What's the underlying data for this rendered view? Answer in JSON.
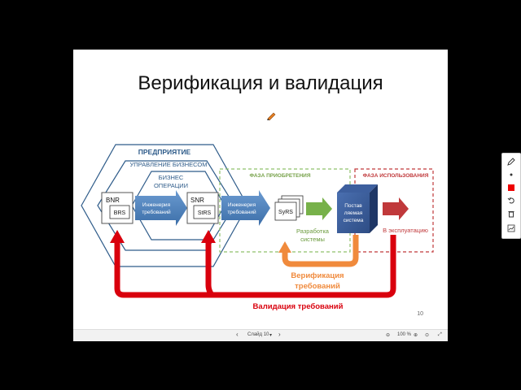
{
  "slide": {
    "title": "Верификация и валидация",
    "number": "10"
  },
  "diagram": {
    "enterprise": "ПРЕДПРИЯТИЕ",
    "business_mgmt": "УПРАВЛЕНИЕ БИЗНЕСОМ",
    "business_ops_1": "БИЗНЕС",
    "business_ops_2": "ОПЕРАЦИИ",
    "bnr": "BNR",
    "brs": "BRS",
    "snr": "SNR",
    "strs": "StRS",
    "syrs": "SyRS",
    "req_eng_1_line1": "Инженерия",
    "req_eng_1_line2": "требований",
    "req_eng_2_line1": "Инженерия",
    "req_eng_2_line2": "требований",
    "phase_acquisition": "ФАЗА ПРИОБРЕТЕНИЯ",
    "phase_usage": "ФАЗА ИСПОЛЬЗОВАНИЯ",
    "system_dev_1": "Разработка",
    "system_dev_2": "системы",
    "delivered_1": "Постав",
    "delivered_2": "ляемая",
    "delivered_3": "система",
    "in_operation": "В эксплуатацию",
    "verification_1": "Верификация",
    "verification_2": "требований",
    "validation": "Валидация требований"
  },
  "bottombar": {
    "prev": "‹",
    "slide_label": "Слайд 10",
    "next": "›",
    "zoom": "100 %"
  },
  "toolbar": {
    "tools": [
      "pen-icon",
      "dot-icon",
      "color-red-icon",
      "undo-icon",
      "trash-icon",
      "chart-icon"
    ]
  },
  "colors": {
    "hex_stroke": "#2f5c8a",
    "arrow_blue": "#4f81bd",
    "arrow_green": "#77b14a",
    "arrow_red": "#c0393b",
    "acquisition_border": "#8fc06a",
    "usage_border": "#c0393b",
    "verification": "#f08a3c",
    "validation": "#d9000d"
  }
}
